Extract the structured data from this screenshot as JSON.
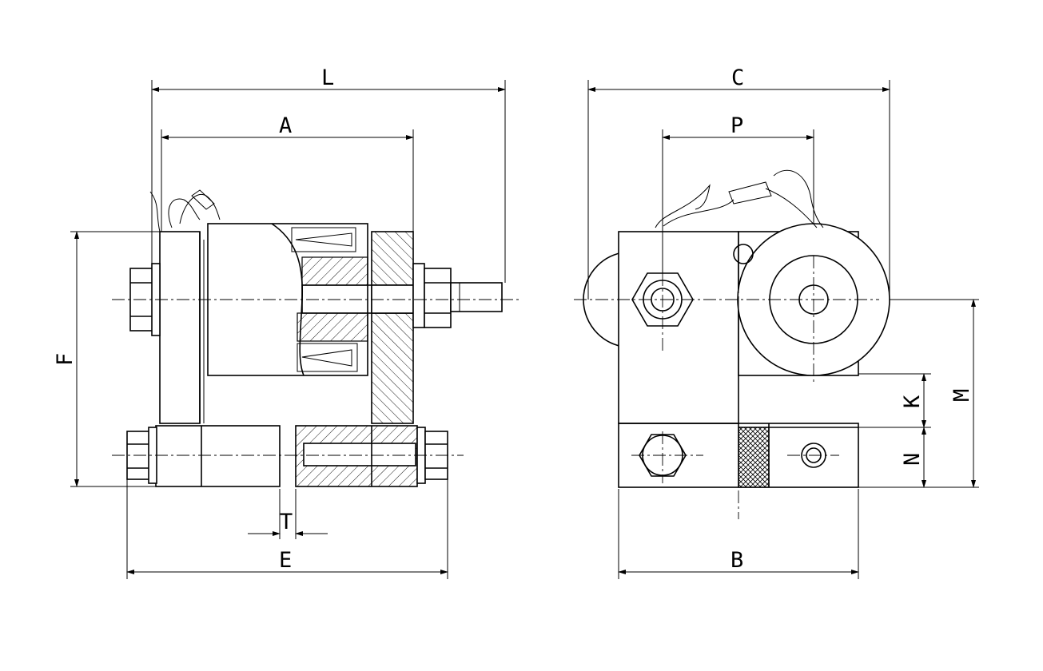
{
  "drawing": {
    "labels": {
      "L": "L",
      "A": "A",
      "F": "F",
      "T": "T",
      "E": "E",
      "C": "C",
      "P": "P",
      "B": "B",
      "K": "K",
      "M": "M",
      "N": "N"
    }
  }
}
